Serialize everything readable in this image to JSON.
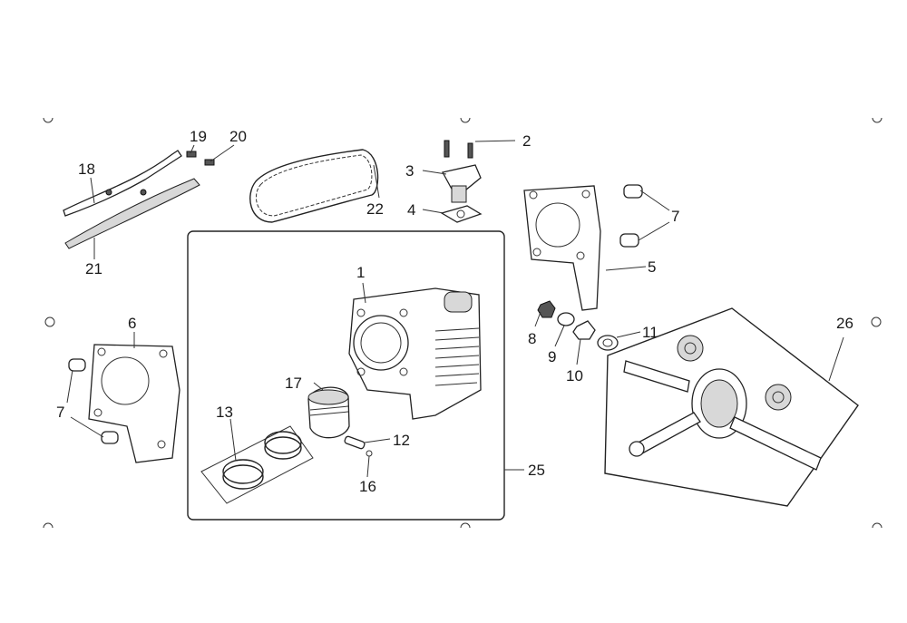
{
  "diagram": {
    "callouts": [
      {
        "id": "1",
        "label": "1"
      },
      {
        "id": "2",
        "label": "2"
      },
      {
        "id": "3",
        "label": "3"
      },
      {
        "id": "4",
        "label": "4"
      },
      {
        "id": "5",
        "label": "5"
      },
      {
        "id": "6",
        "label": "6"
      },
      {
        "id": "7a",
        "label": "7"
      },
      {
        "id": "7b",
        "label": "7"
      },
      {
        "id": "8",
        "label": "8"
      },
      {
        "id": "9",
        "label": "9"
      },
      {
        "id": "10",
        "label": "10"
      },
      {
        "id": "11",
        "label": "11"
      },
      {
        "id": "12",
        "label": "12"
      },
      {
        "id": "13",
        "label": "13"
      },
      {
        "id": "16",
        "label": "16"
      },
      {
        "id": "17",
        "label": "17"
      },
      {
        "id": "18",
        "label": "18"
      },
      {
        "id": "19",
        "label": "19"
      },
      {
        "id": "20",
        "label": "20"
      },
      {
        "id": "21",
        "label": "21"
      },
      {
        "id": "22",
        "label": "22"
      },
      {
        "id": "25",
        "label": "25"
      },
      {
        "id": "26",
        "label": "26"
      }
    ]
  }
}
